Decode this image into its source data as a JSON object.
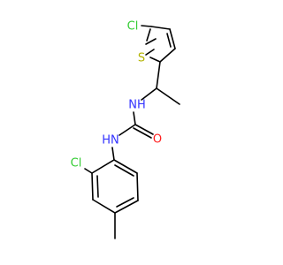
{
  "colors": {
    "background": "#ffffff",
    "bond": "#000000",
    "chlorine": "#33cc33",
    "sulfur": "#b3b300",
    "nitrogen": "#3333ff",
    "oxygen": "#ff2020"
  },
  "atoms": {
    "cl_thiophene": "Cl",
    "sulfur": "S",
    "nh_upper": "NH",
    "nh_lower": "HN",
    "oxygen": "O",
    "cl_phenyl": "Cl"
  }
}
